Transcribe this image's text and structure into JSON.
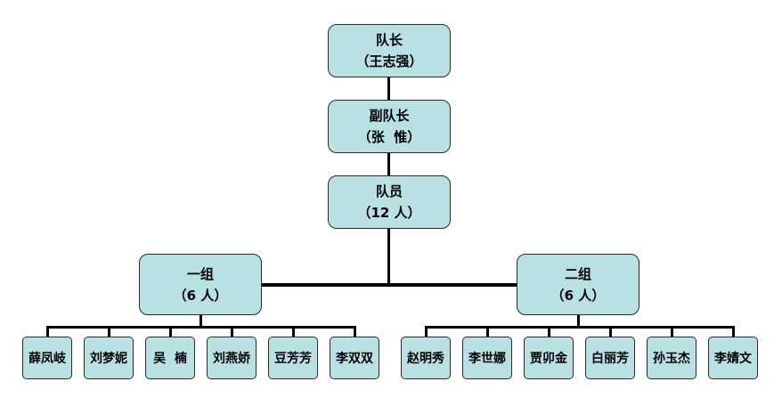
{
  "nodes": {
    "captain": {
      "title": "队长",
      "name": "（王志强）"
    },
    "vice_captain": {
      "title": "副队长",
      "name": "（张  惟）"
    },
    "members": {
      "title": "队员",
      "name": "（12 人）"
    },
    "group1": {
      "title": "一组",
      "count": "（6 人）"
    },
    "group2": {
      "title": "二组",
      "count": "（6 人）"
    }
  },
  "group1_members": [
    "薛凤岐",
    "刘梦妮",
    "吴  楠",
    "刘燕娇",
    "豆芳芳",
    "李双双"
  ],
  "group2_members": [
    "赵明秀",
    "李世娜",
    "贾卯金",
    "白丽芳",
    "孙玉杰",
    "李婧文"
  ],
  "colors": {
    "box_fill": "#b9e1e4",
    "border": "#2b2b2b",
    "line": "#000000"
  }
}
